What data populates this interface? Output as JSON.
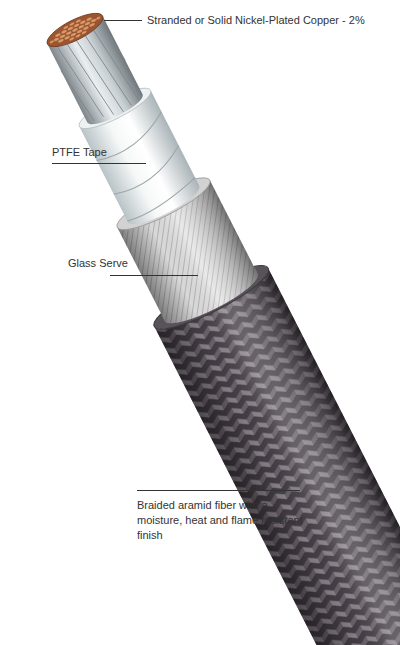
{
  "diagram": {
    "labels": [
      "Stranded or Solid Nickel-Plated Copper - 2%",
      "PTFE Tape",
      "Glass Serve",
      "Braided aramid fiber with a moisture, heat and flame resistant finish"
    ]
  }
}
